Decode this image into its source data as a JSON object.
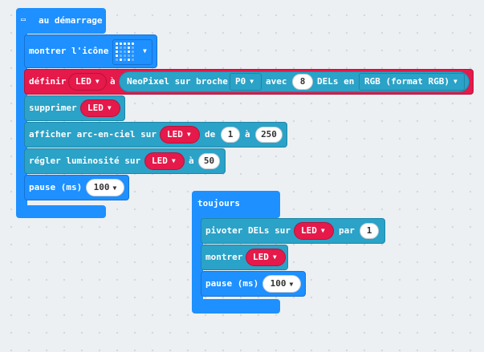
{
  "colors": {
    "basic_blue": "#1e90ff",
    "neopixel_teal": "#2ba2c7",
    "variable_red": "#e5194a",
    "workspace_bg": "#ecf0f3"
  },
  "on_start": {
    "header_icon": "gamepad-icon",
    "label": "au démarrage",
    "show_icon": {
      "label": "montrer l'icône",
      "icon": "pitchfork-led-icon",
      "led_pattern": [
        [
          1,
          1,
          1,
          1,
          1
        ],
        [
          1,
          0,
          0,
          1,
          0
        ],
        [
          1,
          0,
          0,
          1,
          0
        ],
        [
          1,
          0,
          0,
          0,
          0
        ],
        [
          0,
          1,
          0,
          1,
          0
        ]
      ]
    },
    "set_strip": {
      "label_set": "définir",
      "variable": "LED",
      "label_to": "à",
      "create_label": "NeoPixel sur broche",
      "pin": "P0",
      "label_with": "avec",
      "count": "8",
      "label_leds_in": "DELs en",
      "mode": "RGB (format RGB)"
    },
    "clear": {
      "label": "supprimer",
      "variable": "LED"
    },
    "rainbow": {
      "label": "afficher arc-en-ciel sur",
      "variable": "LED",
      "label_from": "de",
      "from": "1",
      "label_to": "à",
      "to": "250"
    },
    "brightness": {
      "label": "régler luminosité sur",
      "variable": "LED",
      "label_to": "à",
      "value": "50"
    },
    "pause": {
      "label": "pause (ms)",
      "value": "100"
    }
  },
  "forever": {
    "label": "toujours",
    "rotate": {
      "label": "pivoter DELs sur",
      "variable": "LED",
      "label_by": "par",
      "value": "1"
    },
    "show": {
      "label": "montrer",
      "variable": "LED"
    },
    "pause": {
      "label": "pause (ms)",
      "value": "100"
    }
  }
}
